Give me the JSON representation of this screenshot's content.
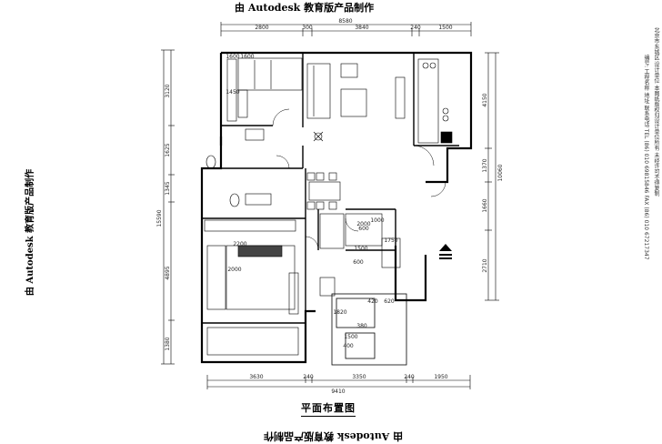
{
  "watermark": {
    "top": "由 Autodesk 教育版产品制作",
    "bottom": "由 Autodesk 教育版产品制作",
    "left": "由 Autodesk 教育版产品制作"
  },
  "plan_title": "平面布置图",
  "dimensions": {
    "top_total": "8580",
    "top_segments": [
      "2800",
      "300",
      "3840",
      "240",
      "1500"
    ],
    "bottom_total": "9410",
    "bottom_segments": [
      "3630",
      "240",
      "3350",
      "240",
      "1950"
    ],
    "left_total": "15590",
    "left_segments": [
      "3120",
      "1625",
      "1345",
      "4895",
      "1380"
    ],
    "right_total": "10060",
    "right_segments": [
      "4150",
      "1370",
      "1660",
      "2710"
    ],
    "interior": [
      "1600",
      "1450",
      "1600",
      "2200",
      "2000",
      "2000",
      "1500",
      "600",
      "1750",
      "600",
      "420",
      "620",
      "1820",
      "380",
      "1500",
      "400",
      "1000"
    ]
  },
  "right_strip": {
    "line1": "编号: 工程名称 地址 联系电话 TEL (86) 010 69815846  FAX (86) 010 67217347",
    "line2": "北京市东城区 设计单位 本图纸版权归设计单位所有 未经许可不得复制"
  }
}
